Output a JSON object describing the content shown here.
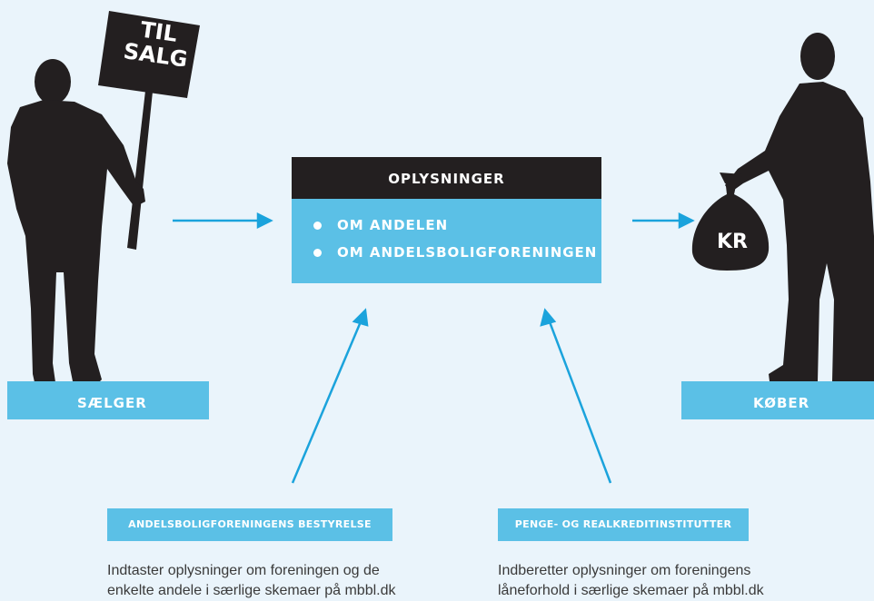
{
  "seller": {
    "label": "SÆLGER",
    "sign_text": "TIL SALG"
  },
  "buyer": {
    "label": "KØBER",
    "bag_text": "KR"
  },
  "info": {
    "header": "OPLYSNINGER",
    "items": [
      "OM ANDELEN",
      "OM ANDELSBOLIGFORENINGEN"
    ]
  },
  "sources": [
    {
      "label": "ANDELSBOLIGFORENINGENS BESTYRELSE",
      "description": "Indtaster oplysninger om foreningen og de enkelte andele i særlige skemaer på mbbl.dk"
    },
    {
      "label": "PENGE- OG REALKREDITINSTITUTTER",
      "description": "Indberetter oplysninger om foreningens låneforhold i særlige skemaer på mbbl.dk"
    }
  ],
  "colors": {
    "background": "#eaf4fb",
    "accent": "#5bc0e6",
    "dark": "#231f20",
    "text": "#3a3a3a"
  },
  "icons": [
    "seller-silhouette",
    "sale-sign",
    "buyer-silhouette",
    "money-bag",
    "arrow-right",
    "arrow-up"
  ]
}
